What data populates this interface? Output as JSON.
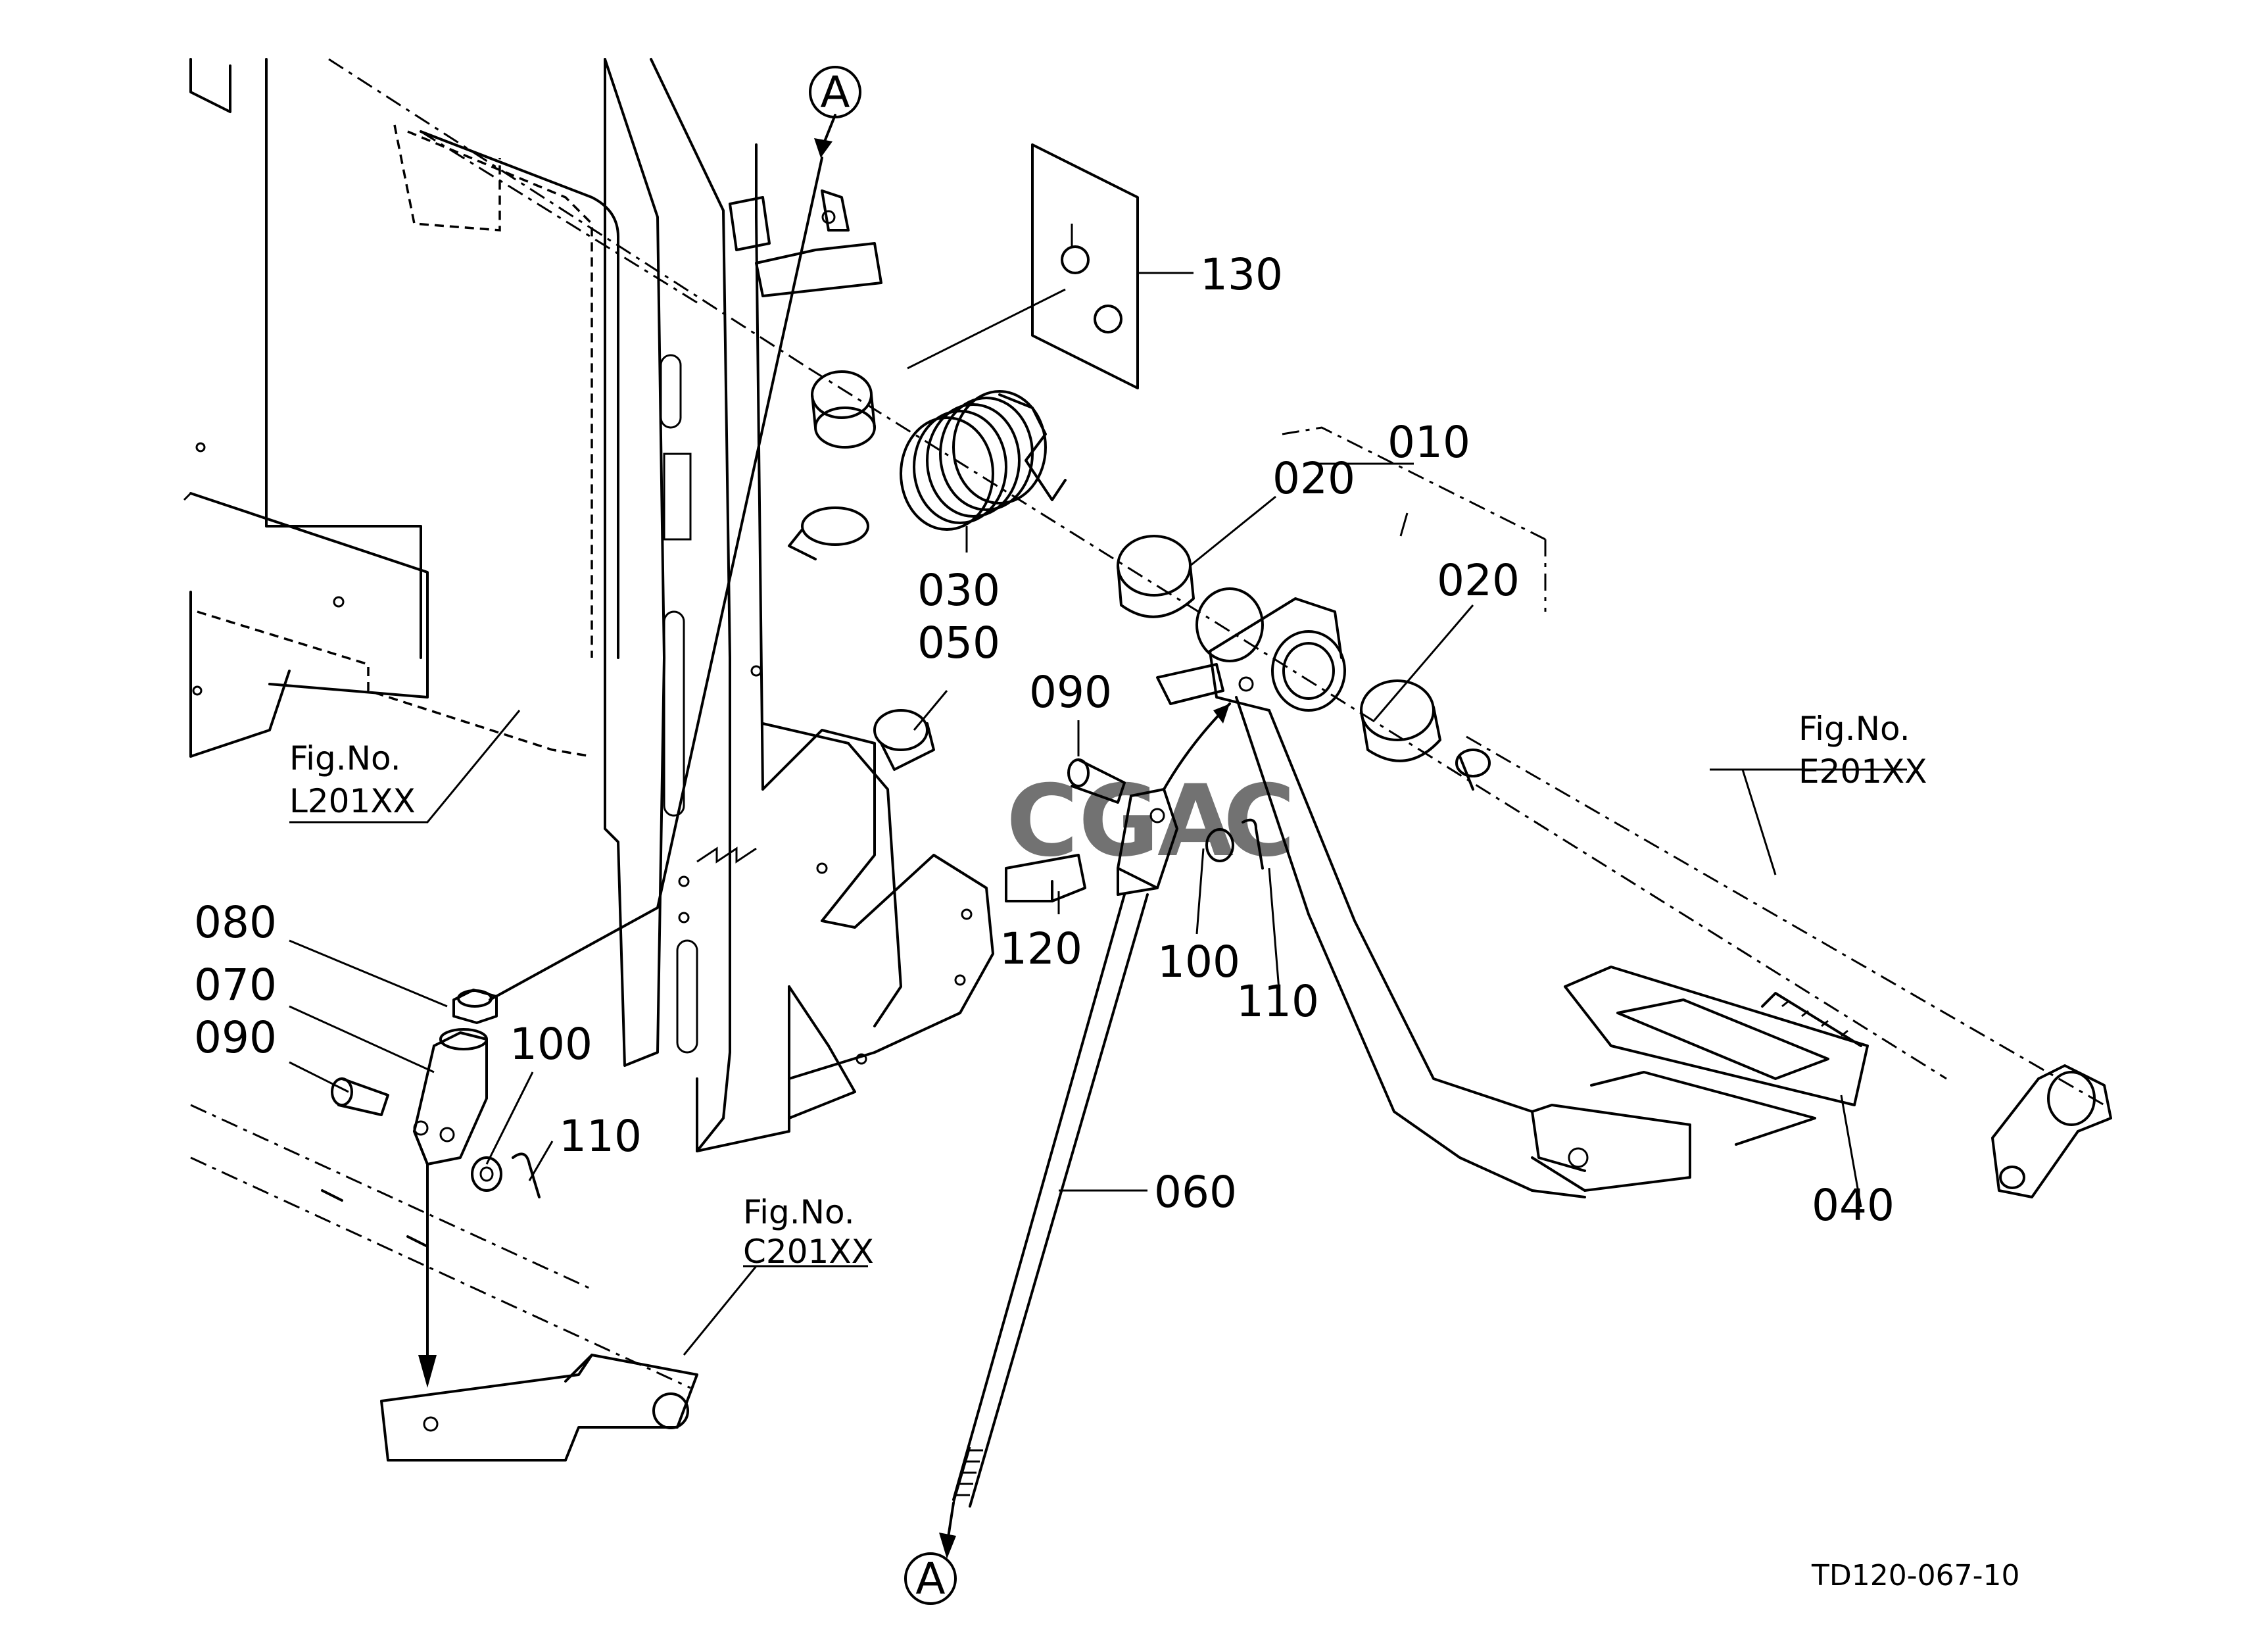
{
  "diagram": {
    "part_labels": {
      "p010": "010",
      "p020_a": "020",
      "p020_b": "020",
      "p030": "030",
      "p040": "040",
      "p050": "050",
      "p060": "060",
      "p070": "070",
      "p080": "080",
      "p090_a": "090",
      "p090_b": "090",
      "p100_a": "100",
      "p100_b": "100",
      "p110_a": "110",
      "p110_b": "110",
      "p120": "120",
      "p130": "130"
    },
    "reference_marks": {
      "top": "A",
      "bottom": "A"
    },
    "figure_refs": {
      "left": {
        "line1": "Fig.No.",
        "line2": "L201XX"
      },
      "right": {
        "line1": "Fig.No.",
        "line2": "E201XX"
      },
      "bottom": {
        "line1": "Fig.No.",
        "line2": "C201XX"
      }
    },
    "watermark": {
      "letters": [
        "C",
        "G",
        "A",
        "C"
      ],
      "colors": [
        "#4a86e8",
        "#ea4335",
        "#f4b400",
        "#34a853"
      ]
    },
    "drawing_number": "TD120-067-10"
  }
}
